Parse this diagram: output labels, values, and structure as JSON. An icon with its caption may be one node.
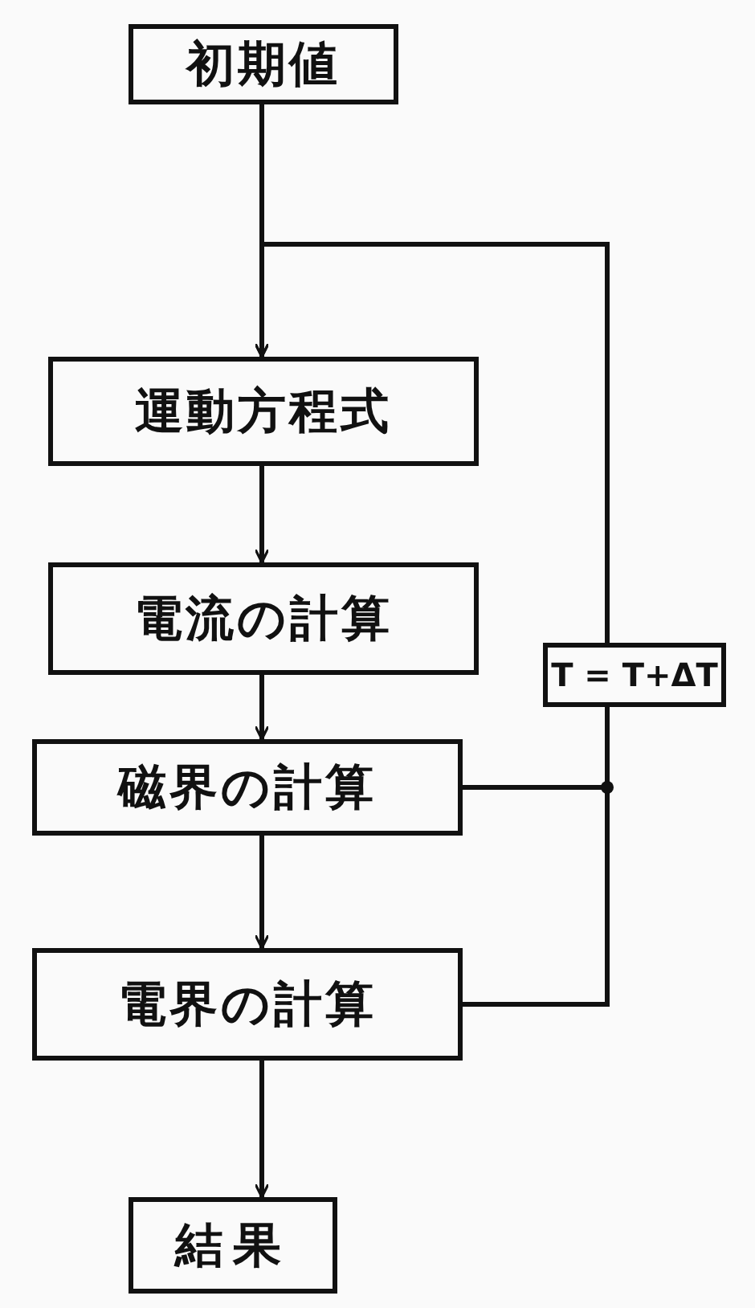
{
  "diagram": {
    "nodes": [
      {
        "text": [
          "初期値"
        ]
      },
      {
        "text": [
          "運動方程式"
        ]
      },
      {
        "text": [
          "電流の計算"
        ]
      },
      {
        "text": [
          "磁界の計算"
        ]
      },
      {
        "text": [
          "電界の計算"
        ]
      },
      {
        "text": [
          "結果"
        ]
      },
      {
        "text": [
          "T = T+ΔT"
        ]
      }
    ],
    "edges": [
      {
        "from": 0,
        "to": 1,
        "arrow": "to"
      },
      {
        "from": 1,
        "to": 2,
        "arrow": "to"
      },
      {
        "from": 2,
        "to": 3,
        "arrow": "to"
      },
      {
        "from": 3,
        "to": 4,
        "arrow": "to"
      },
      {
        "from": 4,
        "to": 5,
        "arrow": "to"
      },
      {
        "from": 3,
        "to": 6,
        "arrow": "none"
      },
      {
        "from": 4,
        "to": 6,
        "arrow": "none"
      },
      {
        "from": 6,
        "to": 1,
        "arrow": "to"
      }
    ]
  }
}
